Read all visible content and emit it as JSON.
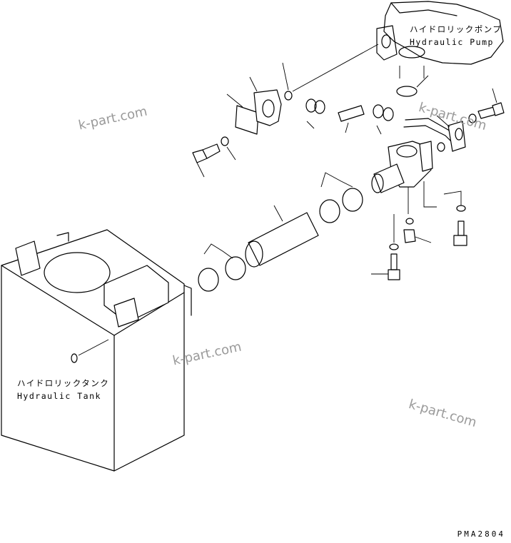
{
  "labels": {
    "pump_jp": "ハイドロリックポンプ",
    "pump_en": "Hydraulic Pump",
    "tank_jp": "ハイドロリックタンク",
    "tank_en": "Hydraulic Tank"
  },
  "watermarks": [
    "k-part.com",
    "k-part.com",
    "k-part.com",
    "k-part.com"
  ],
  "figure_code": "PMA2804"
}
